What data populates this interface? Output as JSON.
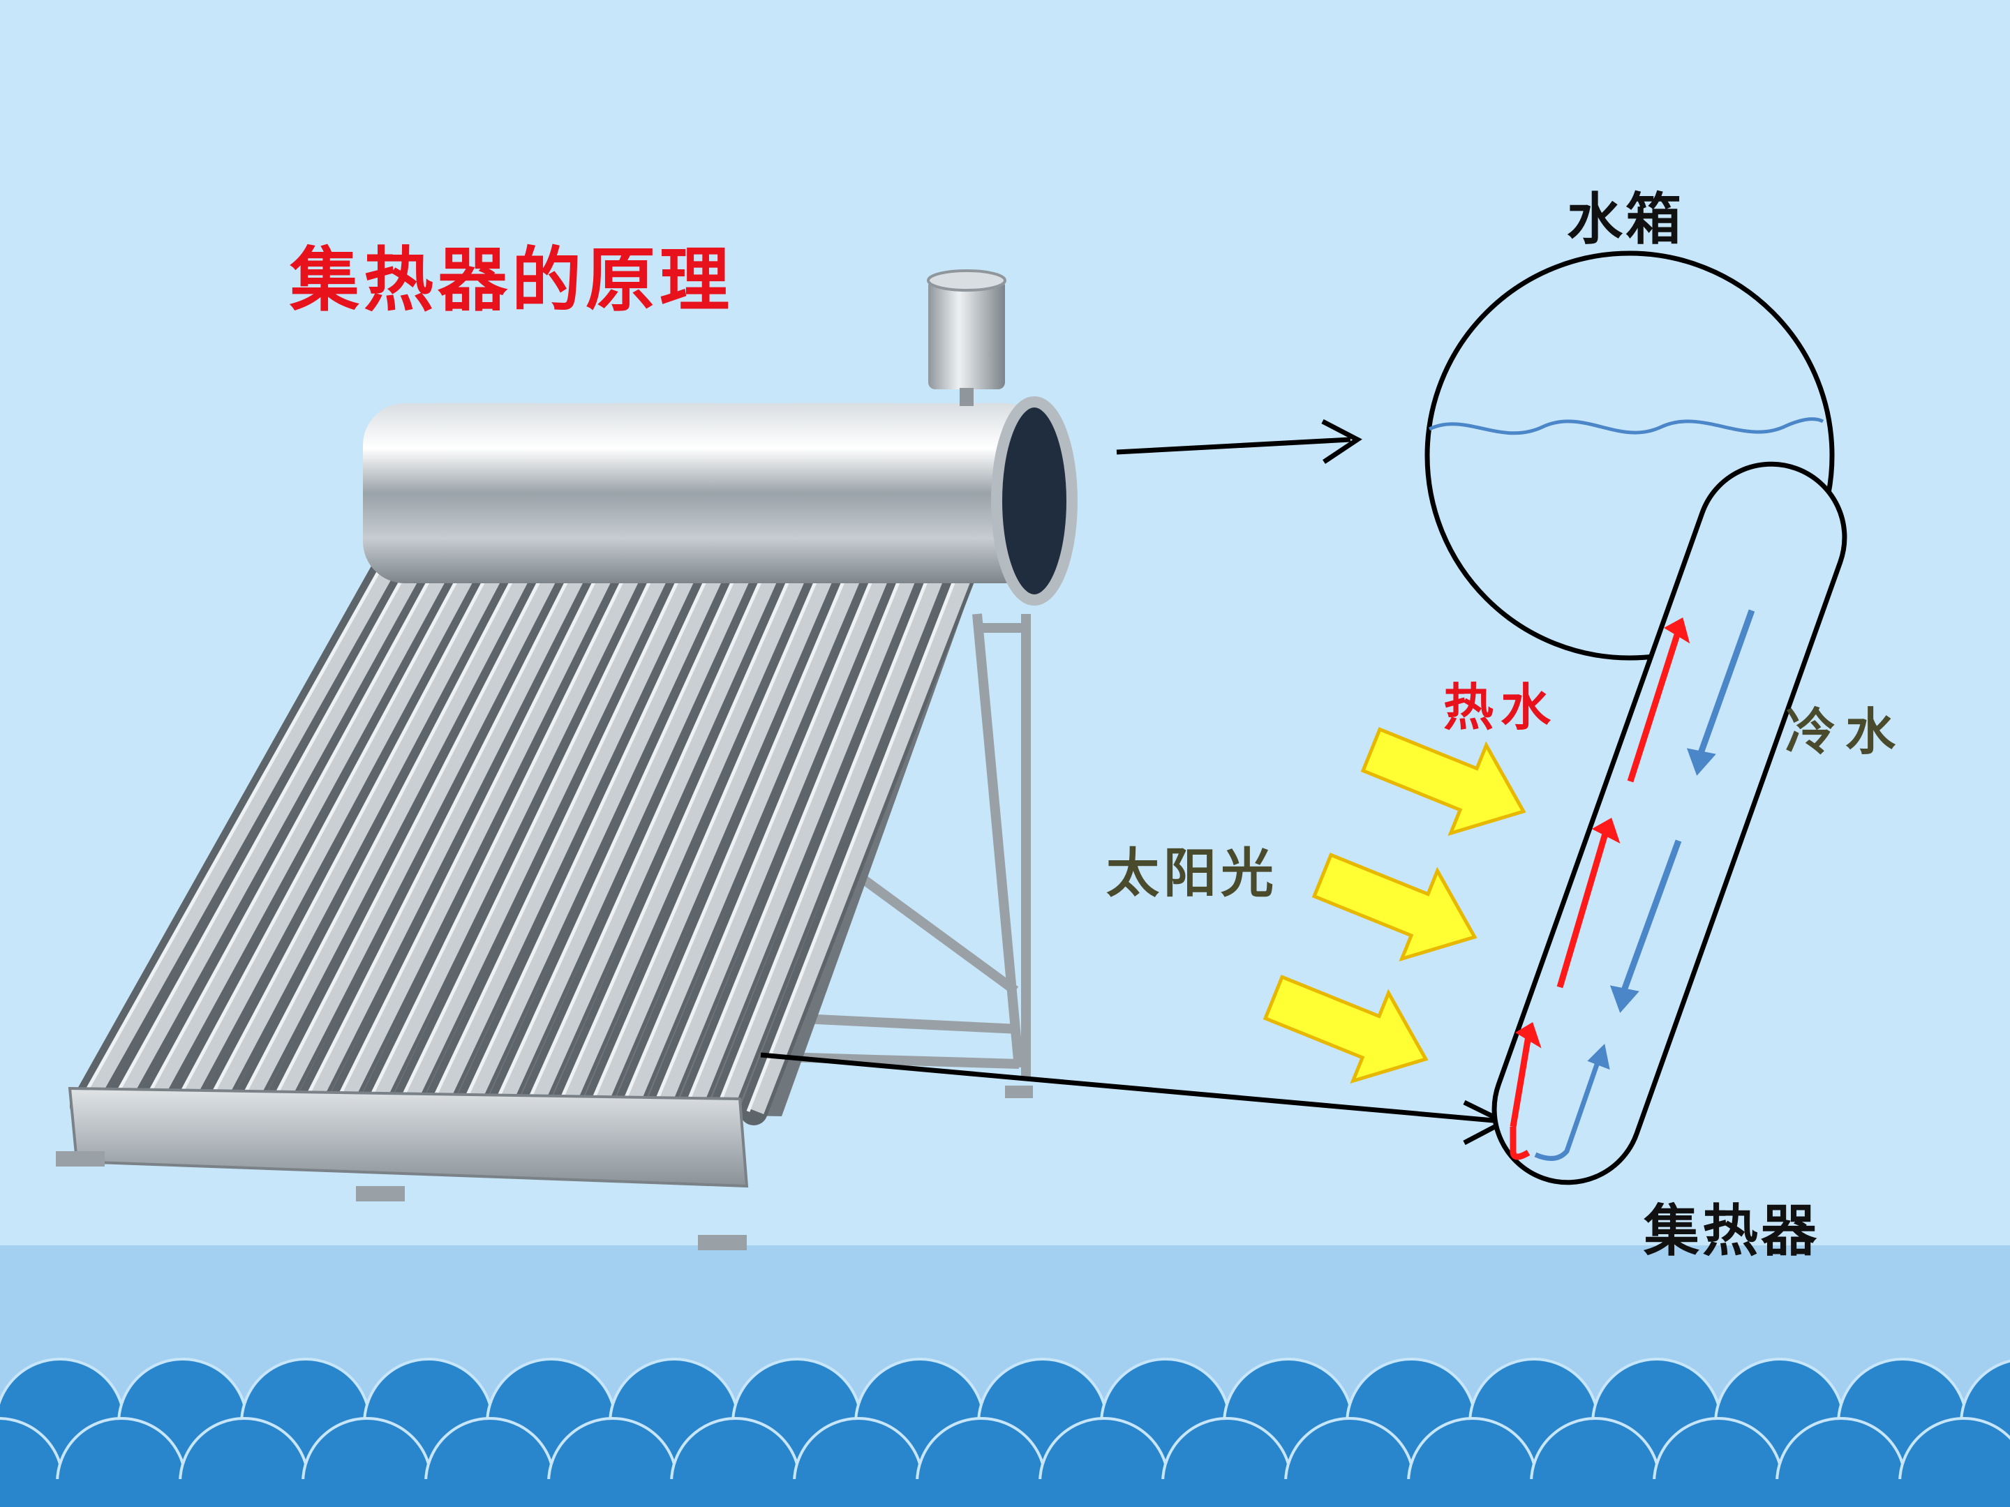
{
  "slide": {
    "title": "集热器的原理",
    "labels": {
      "water_tank": "水箱",
      "hot_water": "热水",
      "cold_water": "冷水",
      "sunlight": "太阳光",
      "collector": "集热器"
    }
  },
  "colors": {
    "background": "#c8e6f9",
    "title": "#e8121c",
    "hot_water": "#e8121c",
    "cold_water_label": "#4a4a2c",
    "sunlight_label": "#4a4a2c",
    "hot_arrow": "#ff1a1a",
    "cold_arrow": "#4a86c8",
    "sun_arrow_fill": "#ffff33",
    "sun_arrow_stroke": "#e8b800",
    "water_line": "#4a86c8",
    "ground": "#a3cff0",
    "waves": "#2a86cc",
    "outline": "#000000"
  },
  "icons": {
    "heater": "solar-water-heater-illustration",
    "sun_arrows": "sunlight-arrow-icon",
    "flow_arrows": "water-flow-arrow-icon"
  }
}
